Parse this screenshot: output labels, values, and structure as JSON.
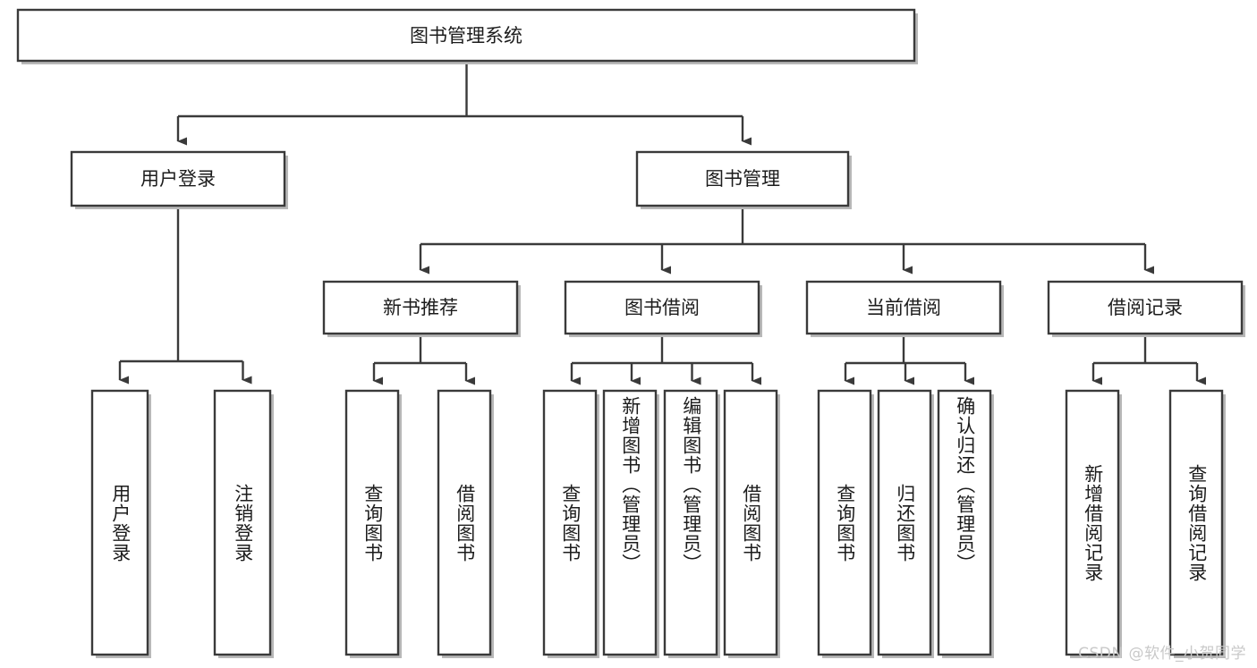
{
  "diagram": {
    "title": "图书管理系统",
    "type": "hierarchy-tree",
    "root": {
      "label": "图书管理系统",
      "children": [
        {
          "label": "用户登录",
          "children": [
            {
              "label": "用户登录"
            },
            {
              "label": "注销登录"
            }
          ]
        },
        {
          "label": "图书管理",
          "children": [
            {
              "label": "新书推荐",
              "children": [
                {
                  "label": "查询图书"
                },
                {
                  "label": "借阅图书"
                }
              ]
            },
            {
              "label": "图书借阅",
              "children": [
                {
                  "label": "查询图书"
                },
                {
                  "label": "新增图书（管理员）"
                },
                {
                  "label": "编辑图书（管理员）"
                },
                {
                  "label": "借阅图书"
                }
              ]
            },
            {
              "label": "当前借阅",
              "children": [
                {
                  "label": "查询图书"
                },
                {
                  "label": "归还图书"
                },
                {
                  "label": "确认归还（管理员）"
                }
              ]
            },
            {
              "label": "借阅记录",
              "children": [
                {
                  "label": "新增借阅记录"
                },
                {
                  "label": "查询借阅记录"
                }
              ]
            }
          ]
        }
      ]
    },
    "nodes": {
      "root": "图书管理系统",
      "l1_user_login": "用户登录",
      "l1_book_manage": "图书管理",
      "l2_new_book": "新书推荐",
      "l2_borrow": "图书借阅",
      "l2_current": "当前借阅",
      "l2_record": "借阅记录",
      "leaf_user_login": "用户登录",
      "leaf_logout": "注销登录",
      "leaf_query_book_1": "查询图书",
      "leaf_borrow_book_1": "借阅图书",
      "leaf_query_book_2": "查询图书",
      "leaf_add_book": "新增图书（管理员）",
      "leaf_edit_book": "编辑图书（管理员）",
      "leaf_borrow_book_2": "借阅图书",
      "leaf_query_book_3": "查询图书",
      "leaf_return_book": "归还图书",
      "leaf_confirm_return": "确认归还（管理员）",
      "leaf_add_record": "新增借阅记录",
      "leaf_query_record": "查询借阅记录"
    },
    "colors": {
      "box_fill": "#ffffff",
      "box_stroke": "#3a3a3a",
      "text": "#1c1c1c",
      "background": "#ffffff",
      "watermark": "#c9c9c9"
    }
  },
  "watermark": {
    "text": "CSDN @软件_小贺同学"
  }
}
